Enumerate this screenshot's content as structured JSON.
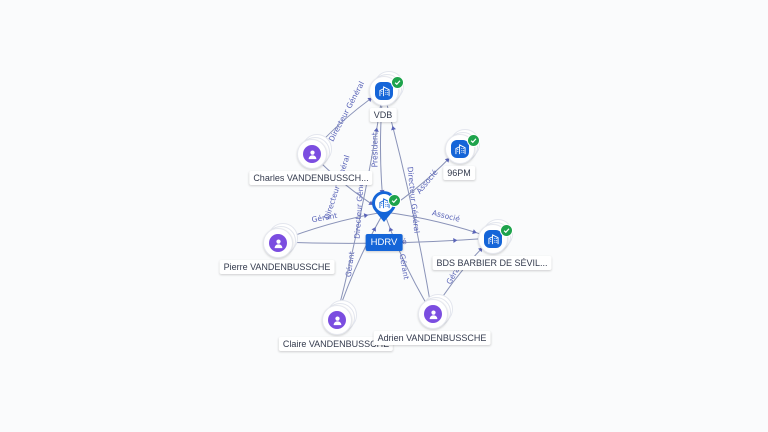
{
  "nodes": [
    {
      "id": "vdb",
      "label": "VDB",
      "kind": "company",
      "verified": true,
      "icon": "building-icon"
    },
    {
      "id": "96pm",
      "label": "96PM",
      "kind": "company",
      "verified": true,
      "icon": "building-icon"
    },
    {
      "id": "hdrv",
      "label": "HDRV",
      "kind": "company",
      "verified": true,
      "focus": true,
      "icon": "building-icon"
    },
    {
      "id": "bds",
      "label": "BDS BARBIER DE SÉVIL...",
      "kind": "company",
      "verified": true,
      "icon": "building-icon"
    },
    {
      "id": "charles",
      "label": "Charles VANDENBUSSCH...",
      "kind": "person",
      "icon": "person-icon"
    },
    {
      "id": "pierre",
      "label": "Pierre VANDENBUSSCHE",
      "kind": "person",
      "icon": "person-icon"
    },
    {
      "id": "claire",
      "label": "Claire VANDENBUSSCHE",
      "kind": "person",
      "icon": "person-icon"
    },
    {
      "id": "adrien",
      "label": "Adrien VANDENBUSSCHE",
      "kind": "person",
      "icon": "person-icon"
    }
  ],
  "edges": [
    {
      "from": "vdb",
      "to": "hdrv",
      "label": "Président"
    },
    {
      "from": "charles",
      "to": "vdb",
      "label": "Directeur Général"
    },
    {
      "from": "charles",
      "to": "hdrv",
      "label": "Directeur Général"
    },
    {
      "from": "pierre",
      "to": "hdrv",
      "label": "Gérant"
    },
    {
      "from": "pierre",
      "to": "bds",
      "label": "Associé"
    },
    {
      "from": "claire",
      "to": "hdrv",
      "label": "Gérant"
    },
    {
      "from": "claire",
      "to": "vdb",
      "label": "Directeur Général"
    },
    {
      "from": "adrien",
      "to": "hdrv",
      "label": "Gérant"
    },
    {
      "from": "adrien",
      "to": "vdb",
      "label": "Directeur Général"
    },
    {
      "from": "adrien",
      "to": "bds",
      "label": "Gérant"
    },
    {
      "from": "hdrv",
      "to": "96pm",
      "label": "Associé"
    },
    {
      "from": "hdrv",
      "to": "bds",
      "label": "Associé"
    }
  ],
  "colors": {
    "company": "#1565d8",
    "person": "#7b4de0",
    "verified": "#1ea34c",
    "edge": "#8a93b8",
    "edge_label": "#5a64b8"
  }
}
